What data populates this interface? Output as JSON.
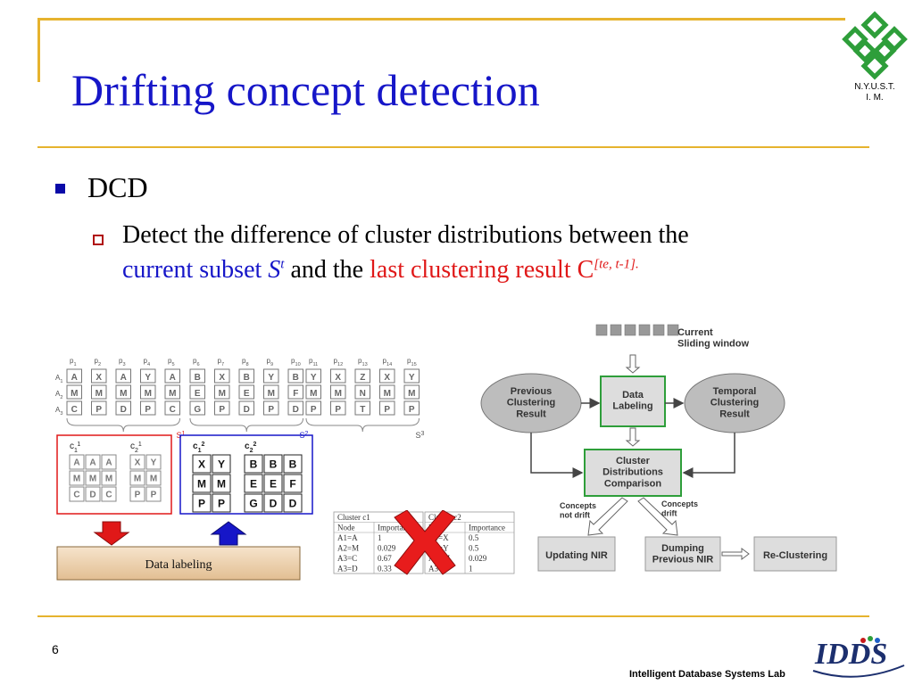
{
  "slide": {
    "title": "Drifting concept detection",
    "logo_text_line1": "N.Y.U.S.T.",
    "logo_text_line2": "I. M.",
    "bullet1": "DCD",
    "sub1_line1": "Detect the difference  of cluster distributions between the",
    "sub1_blue": "current subset ",
    "sub1_blue_S": "S",
    "sub1_blue_sup": "t",
    "sub1_mid": " and the ",
    "sub1_red": "last clustering result C",
    "sub1_red_sup": "[te, t-1].",
    "page_number": "6",
    "footer": "Intelligent Database Systems Lab"
  },
  "left_figure": {
    "p_labels": [
      "p1",
      "p2",
      "p3",
      "p4",
      "p5",
      "p6",
      "p7",
      "p8",
      "p9",
      "p10",
      "p11",
      "p12",
      "p13",
      "p14",
      "p15"
    ],
    "row_labels": [
      "A1",
      "A2",
      "A3"
    ],
    "groups": [
      {
        "cols": [
          [
            "A",
            "M",
            "C"
          ],
          [
            "X",
            "M",
            "P"
          ],
          [
            "A",
            "M",
            "D"
          ],
          [
            "Y",
            "M",
            "P"
          ],
          [
            "A",
            "M",
            "C"
          ]
        ],
        "label": "S1"
      },
      {
        "cols": [
          [
            "B",
            "E",
            "G"
          ],
          [
            "X",
            "M",
            "P"
          ],
          [
            "B",
            "E",
            "D"
          ],
          [
            "Y",
            "M",
            "P"
          ],
          [
            "B",
            "F",
            "D"
          ]
        ],
        "label": "S2"
      },
      {
        "cols": [
          [
            "Y",
            "M",
            "P"
          ],
          [
            "X",
            "M",
            "P"
          ],
          [
            "Z",
            "N",
            "T"
          ],
          [
            "X",
            "M",
            "P"
          ],
          [
            "Y",
            "M",
            "P"
          ]
        ],
        "label": "S3"
      }
    ],
    "clusters_red": [
      {
        "label": "c1",
        "sup": "1",
        "rows": [
          [
            "A",
            "A",
            "A"
          ],
          [
            "M",
            "M",
            "M"
          ],
          [
            "C",
            "D",
            "C"
          ]
        ]
      },
      {
        "label": "c2",
        "sup": "1",
        "rows": [
          [
            "X",
            "Y"
          ],
          [
            "M",
            "M"
          ],
          [
            "P",
            "P"
          ]
        ]
      }
    ],
    "clusters_blue": [
      {
        "label": "c1",
        "sup": "2",
        "rows": [
          [
            "X",
            "Y"
          ],
          [
            "M",
            "M"
          ],
          [
            "P",
            "P"
          ]
        ]
      },
      {
        "label": "c2",
        "sup": "2",
        "rows": [
          [
            "B",
            "B",
            "B"
          ],
          [
            "E",
            "E",
            "F"
          ],
          [
            "G",
            "D",
            "D"
          ]
        ]
      }
    ],
    "data_labeling": "Data labeling"
  },
  "tables": {
    "t1_header": "Cluster c1",
    "t1_cols": [
      "Node",
      "Importance"
    ],
    "t1_rows": [
      [
        "A1=A",
        "1"
      ],
      [
        "A2=M",
        "0.029"
      ],
      [
        "A3=C",
        "0.67"
      ],
      [
        "A3=D",
        "0.33"
      ]
    ],
    "t2_header": "Cluster c2",
    "t2_cols": [
      "Node",
      "Importance"
    ],
    "t2_rows": [
      [
        "A1=X",
        "0.5"
      ],
      [
        "A1=Y",
        "0.5"
      ],
      [
        "A2=M",
        "0.029"
      ],
      [
        "A3=P",
        "1"
      ]
    ]
  },
  "flow": {
    "window_label_line1": "Current",
    "window_label_line2": "Sliding window",
    "previous": [
      "Previous",
      "Clustering",
      "Result"
    ],
    "data_labeling": [
      "Data",
      "Labeling"
    ],
    "temporal": [
      "Temporal",
      "Clustering",
      "Result"
    ],
    "comparison": [
      "Cluster",
      "Distributions",
      "Comparison"
    ],
    "not_drift": [
      "Concepts",
      "not drift"
    ],
    "drift": [
      "Concepts",
      "drift"
    ],
    "updating": "Updating NIR",
    "dumping": [
      "Dumping",
      "Previous NIR"
    ],
    "reclustering": "Re-Clustering"
  },
  "colors": {
    "title": "#1616C8",
    "gold": "#E6B32E",
    "red": "#E01818",
    "blue": "#1616C8",
    "green": "#2E9E3A"
  }
}
